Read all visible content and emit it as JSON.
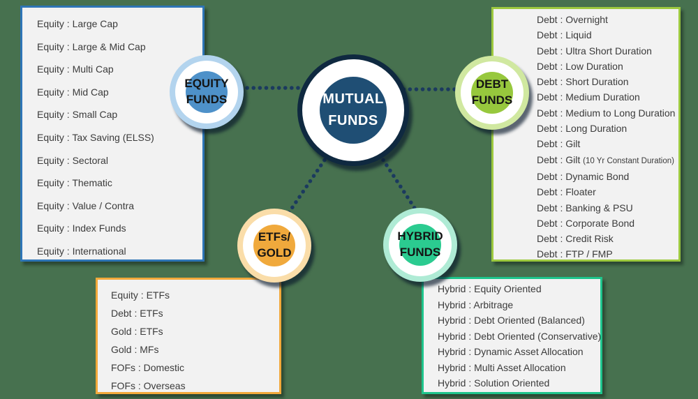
{
  "background_color": "#47714F",
  "connectors": {
    "color": "#1B3A5F"
  },
  "circles": {
    "center": {
      "line1": "MUTUAL",
      "line2": "FUNDS",
      "fill": "#1F4E74",
      "outline": "#0F2940"
    },
    "equity": {
      "line1": "EQUITY",
      "line2": "FUNDS",
      "fill": "#4E91C9",
      "halo": "#B3D4EE"
    },
    "debt": {
      "line1": "DEBT",
      "line2": "FUNDS",
      "fill": "#97C83D",
      "halo": "#D0E8A0"
    },
    "etf": {
      "line1": "ETFs/",
      "line2": "GOLD",
      "fill": "#F0A93C",
      "halo": "#FADDA9"
    },
    "hybrid": {
      "line1": "HYBRID",
      "line2": "FUNDS",
      "fill": "#2BCB90",
      "halo": "#AFEBD5"
    }
  },
  "panels": {
    "equity": {
      "border_color": "#2E75B6",
      "items": [
        "Equity : Large Cap",
        "Equity : Large & Mid Cap",
        "Equity : Multi Cap",
        "Equity : Mid Cap",
        "Equity : Small Cap",
        "Equity : Tax Saving (ELSS)",
        "Equity : Sectoral",
        "Equity : Thematic",
        "Equity : Value / Contra",
        "Equity : Index Funds",
        "Equity : International"
      ]
    },
    "debt": {
      "border_color": "#9DC93F",
      "items": [
        "Debt : Overnight",
        "Debt : Liquid",
        "Debt : Ultra Short Duration",
        "Debt : Low Duration",
        "Debt : Short Duration",
        "Debt : Medium Duration",
        "Debt : Medium to Long Duration",
        "Debt : Long Duration",
        "Debt : Gilt",
        {
          "text": "Debt : Gilt",
          "note": "(10 Yr Constant Duration)"
        },
        "Debt : Dynamic Bond",
        "Debt : Floater",
        "Debt : Banking & PSU",
        "Debt : Corporate Bond",
        "Debt : Credit Risk",
        "Debt : FTP / FMP"
      ]
    },
    "etf": {
      "border_color": "#F2A93B",
      "items": [
        "Equity : ETFs",
        "Debt : ETFs",
        "Gold : ETFs",
        "Gold : MFs",
        "FOFs : Domestic",
        "FOFs : Overseas"
      ]
    },
    "hybrid": {
      "border_color": "#1EC58C",
      "items": [
        "Hybrid : Equity Oriented",
        "Hybrid : Arbitrage",
        "Hybrid : Debt Oriented (Balanced)",
        "Hybrid : Debt Oriented (Conservative)",
        "Hybrid : Dynamic Asset Allocation",
        "Hybrid : Multi Asset Allocation",
        "Hybrid : Solution Oriented"
      ]
    }
  }
}
